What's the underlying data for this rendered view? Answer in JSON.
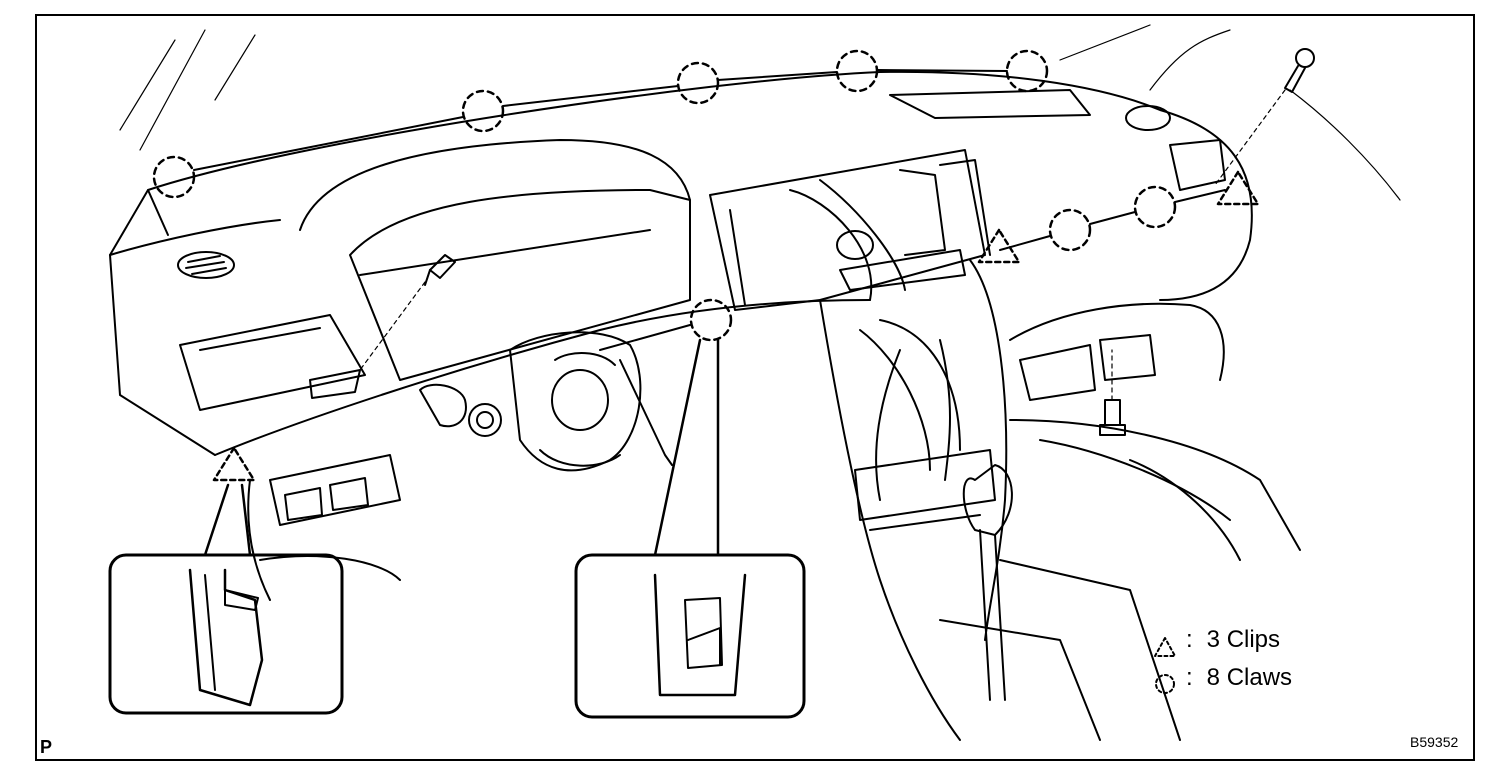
{
  "legend": {
    "clips": {
      "symbol": "triangle",
      "colon": ":",
      "label": "3 Clips"
    },
    "claws": {
      "symbol": "circle",
      "colon": ":",
      "label": "8 Claws"
    }
  },
  "corner_letter": "P",
  "figure_id": "B59352",
  "colors": {
    "ink": "#000000",
    "paper": "#ffffff"
  }
}
